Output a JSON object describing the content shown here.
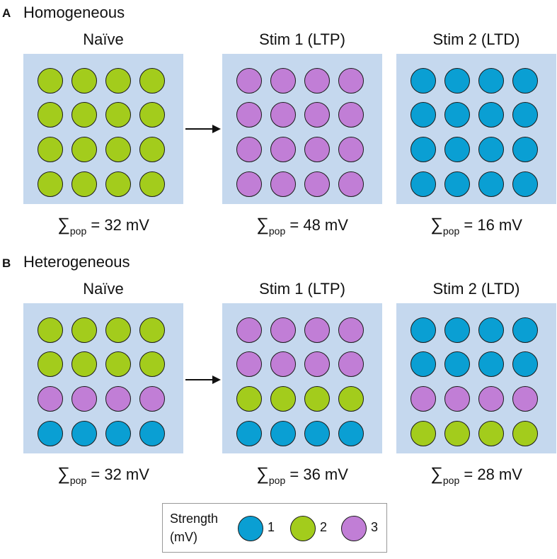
{
  "colors": {
    "strength_1": "#0a9fd3",
    "strength_2": "#a3cc1c",
    "strength_3": "#c17ed6",
    "panel_bg": "#c5d8ee"
  },
  "sections": [
    {
      "letter": "A",
      "title": "Homogeneous",
      "panels": [
        {
          "title": "Naïve",
          "rows": [
            2,
            2,
            2,
            2
          ],
          "sum": "= 32 mV"
        },
        {
          "title": "Stim 1 (LTP)",
          "rows": [
            3,
            3,
            3,
            3
          ],
          "sum": "= 48 mV"
        },
        {
          "title": "Stim 2 (LTD)",
          "rows": [
            1,
            1,
            1,
            1
          ],
          "sum": "= 16 mV"
        }
      ]
    },
    {
      "letter": "B",
      "title": "Heterogeneous",
      "panels": [
        {
          "title": "Naïve",
          "rows": [
            2,
            2,
            3,
            1
          ],
          "sum": "= 32 mV"
        },
        {
          "title": "Stim 1 (LTP)",
          "rows": [
            3,
            3,
            2,
            1
          ],
          "sum": "= 36 mV"
        },
        {
          "title": "Stim 2 (LTD)",
          "rows": [
            1,
            1,
            3,
            2
          ],
          "sum": "= 28 mV"
        }
      ]
    }
  ],
  "sum_symbol": "∑",
  "sum_subscript": "pop",
  "legend": {
    "title": "Strength (mV)",
    "items": [
      {
        "strength": 1,
        "label": "1"
      },
      {
        "strength": 2,
        "label": "2"
      },
      {
        "strength": 3,
        "label": "3"
      }
    ]
  }
}
